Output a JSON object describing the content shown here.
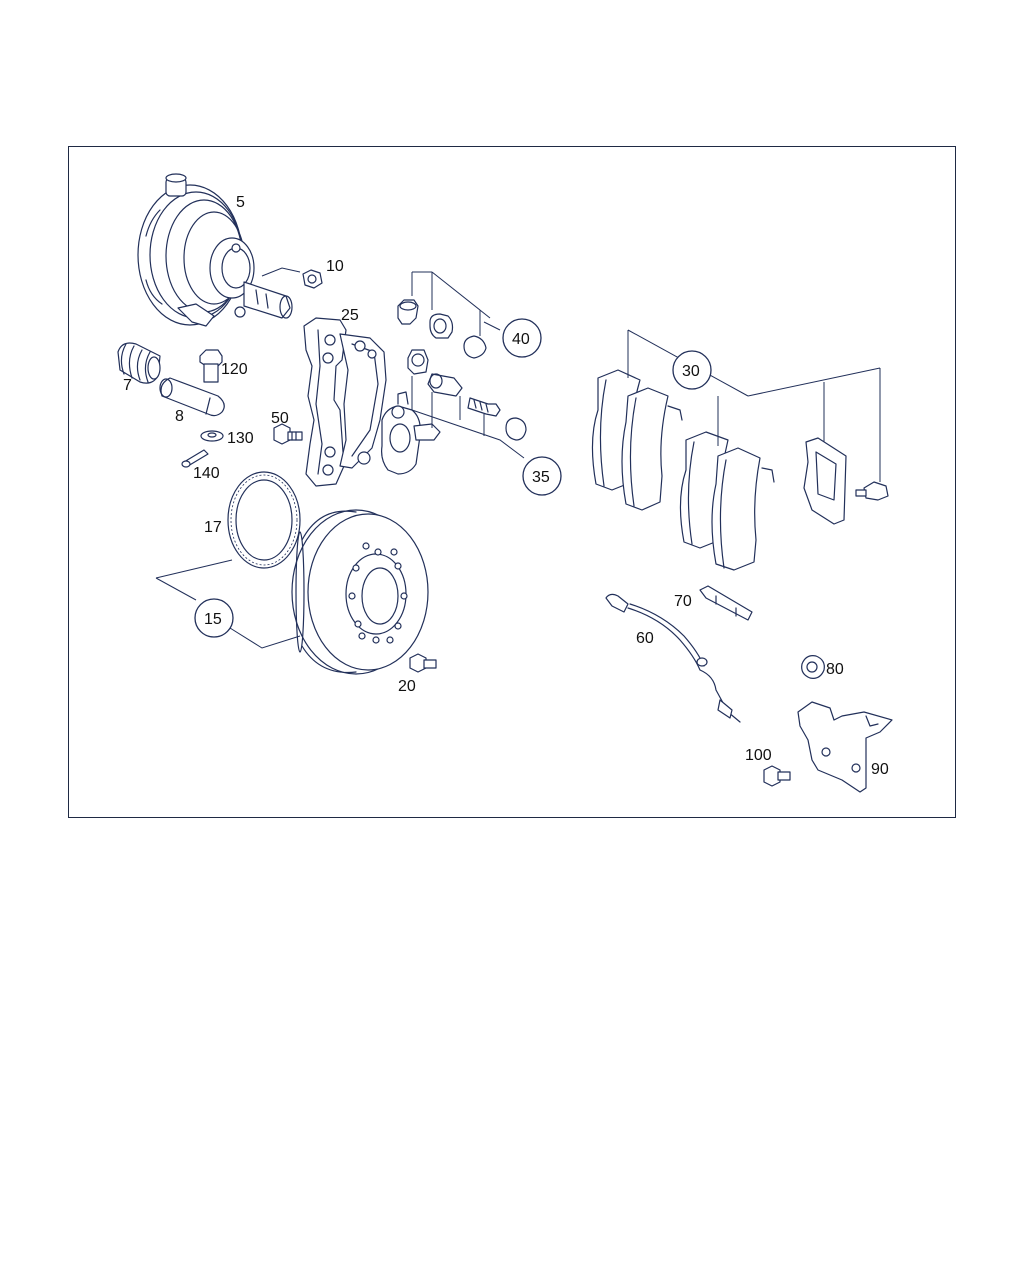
{
  "callouts": {
    "c5": "5",
    "c10": "10",
    "c25": "25",
    "c40": "40",
    "c7": "7",
    "c120": "120",
    "c8": "8",
    "c50": "50",
    "c130": "130",
    "c140": "140",
    "c30": "30",
    "c35": "35",
    "c17": "17",
    "c15": "15",
    "c20": "20",
    "c70": "70",
    "c60": "60",
    "c80": "80",
    "c100": "100",
    "c90": "90"
  }
}
